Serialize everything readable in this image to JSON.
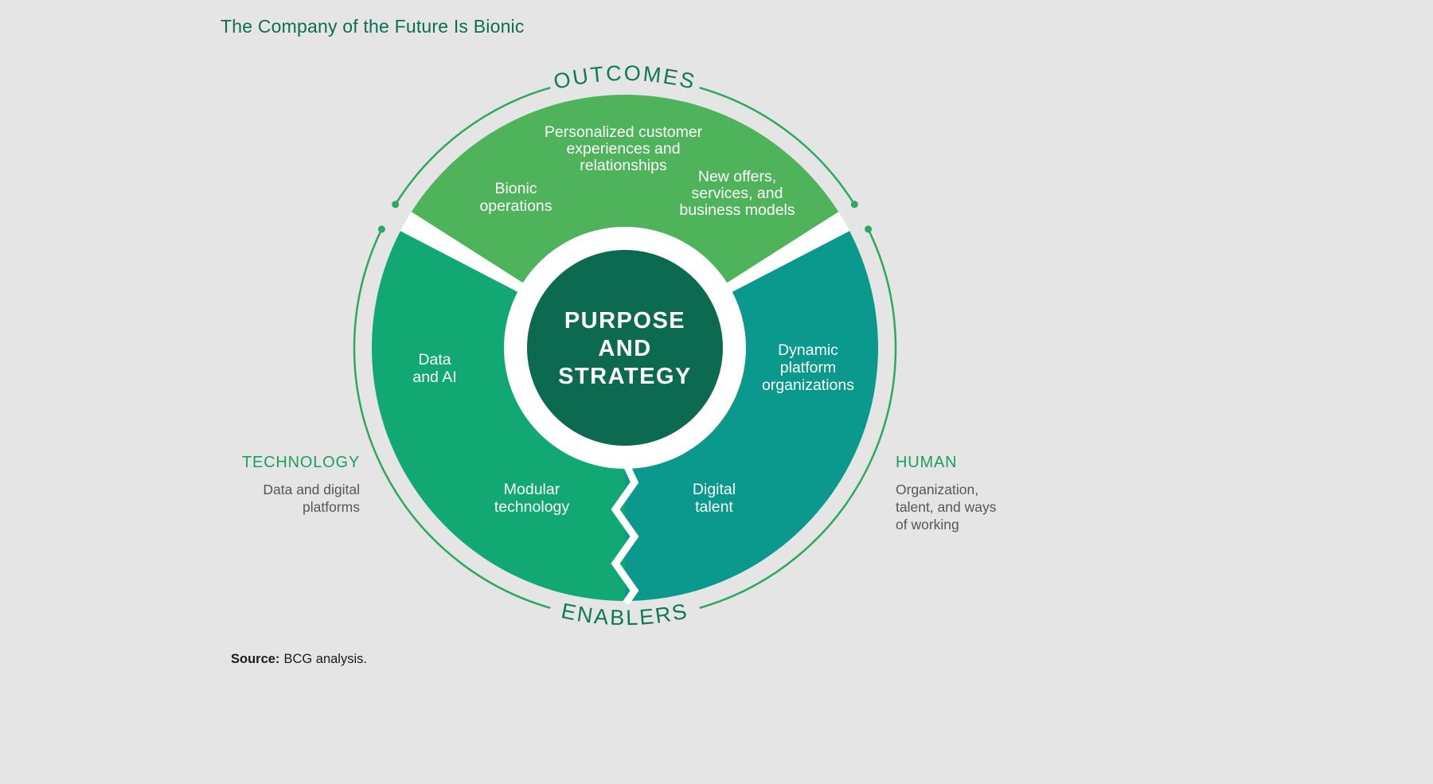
{
  "page": {
    "title": "The Company of the Future Is Bionic",
    "source_label": "Source:",
    "source_text": "BCG analysis."
  },
  "colors": {
    "background": "#e4e5e4",
    "outcomes_segment": "#4fb35c",
    "technology_segment": "#12a873",
    "human_segment": "#0a998c",
    "center_circle": "#0b6a4f",
    "backing_white": "#ffffff",
    "title_green": "#0d6e53",
    "ring_word_green": "#0c7a54",
    "side_title_green": "#1d9e62",
    "arc_green": "#2ca95e",
    "label_gray": "#54575a"
  },
  "diagram": {
    "outer_labels": {
      "top": "OUTCOMES",
      "bottom": "ENABLERS"
    },
    "center": {
      "lines": [
        "PURPOSE",
        "AND",
        "STRATEGY"
      ]
    },
    "segments": {
      "outcomes": {
        "items": [
          {
            "lines": [
              "Bionic",
              "operations"
            ]
          },
          {
            "lines": [
              "Personalized customer",
              "experiences and",
              "relationships"
            ]
          },
          {
            "lines": [
              "New offers,",
              "services, and",
              "business models"
            ]
          }
        ]
      },
      "technology": {
        "items": [
          {
            "lines": [
              "Data",
              "and AI"
            ]
          },
          {
            "lines": [
              "Modular",
              "technology"
            ]
          }
        ]
      },
      "human": {
        "items": [
          {
            "lines": [
              "Dynamic",
              "platform",
              "organizations"
            ]
          },
          {
            "lines": [
              "Digital",
              "talent"
            ]
          }
        ]
      }
    },
    "side_labels": {
      "technology": {
        "title": "TECHNOLOGY",
        "subtitle_lines": [
          "Data and digital",
          "platforms"
        ]
      },
      "human": {
        "title": "HUMAN",
        "subtitle_lines": [
          "Organization,",
          "talent, and ways",
          "of working"
        ]
      }
    }
  }
}
